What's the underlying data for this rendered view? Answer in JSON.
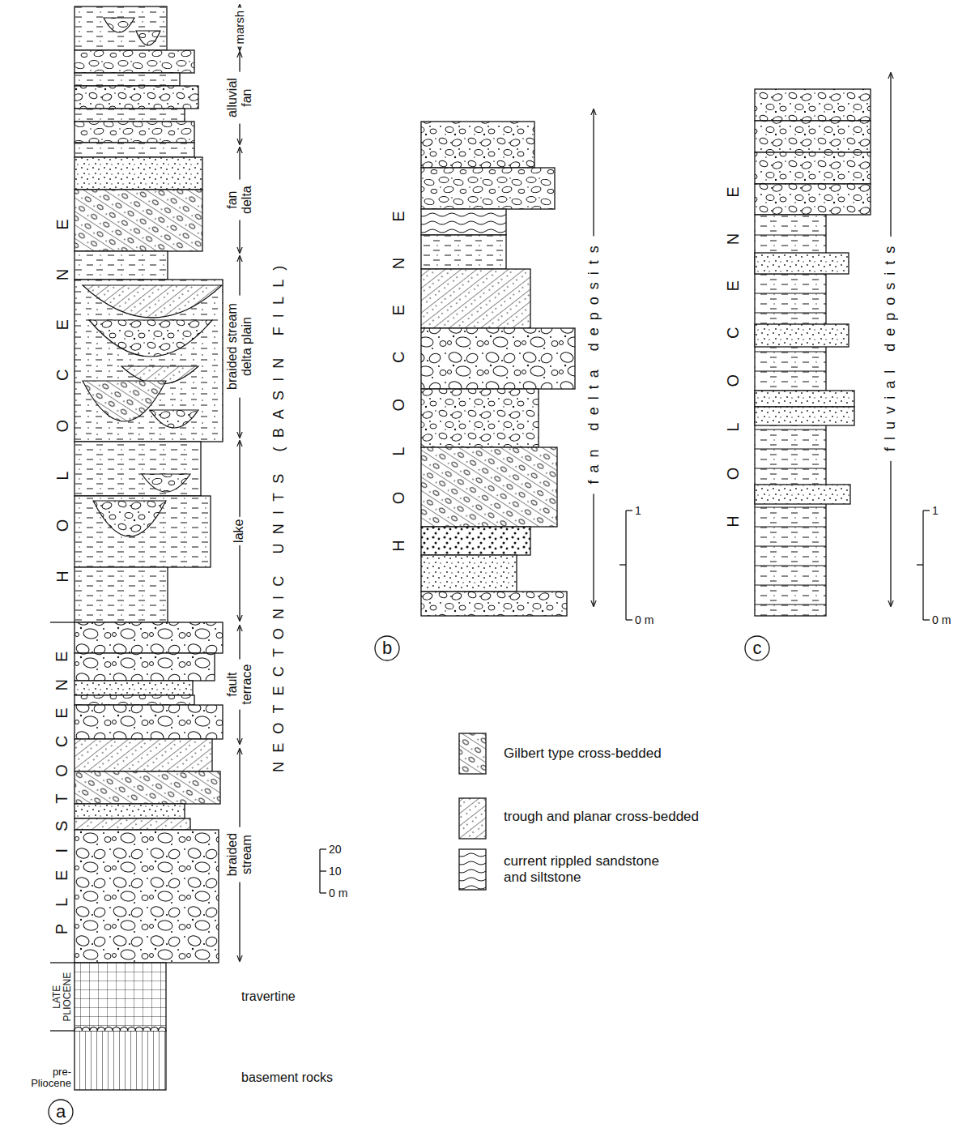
{
  "diagram": {
    "labels": [
      "HOLOCENE",
      "PLEISTOCENE",
      "LATE PLIOCENE",
      "pre-Pliocene",
      "travertine",
      "basement rocks",
      "marsh",
      "alluvial fan",
      "fan delta",
      "braided stream delta plain",
      "lake",
      "fault terrace",
      "braided stream",
      "NEOTECTONIC UNITS (BASIN FILL)",
      "20",
      "10",
      "0 m",
      "a",
      "HOLOCENE",
      "fan delta deposits",
      "1",
      "0 m",
      "b",
      "HOLOCENE",
      "fluvial deposits",
      "1",
      "0 m",
      "c"
    ],
    "legend": [
      {
        "text": "Gilbert type cross-bedded"
      },
      {
        "text": "trough and planar cross-bedded"
      },
      {
        "text": "current rippled sandstone and siltstone"
      }
    ]
  }
}
